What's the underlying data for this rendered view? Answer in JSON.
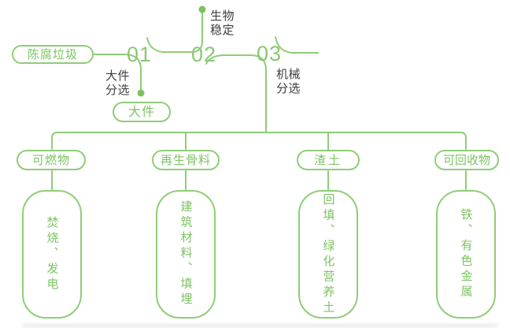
{
  "diagram": {
    "source_label": "陈腐垃圾",
    "steps": [
      {
        "number": "01",
        "label": "大件\n分选",
        "output": "大件"
      },
      {
        "number": "02",
        "label": "生物\n稳定"
      },
      {
        "number": "03",
        "label": "机械\n分选"
      }
    ],
    "branches": [
      {
        "category": "可燃物",
        "products": "焚烧、发电"
      },
      {
        "category": "再生骨料",
        "products": "建筑材料、填埋"
      },
      {
        "category": "渣土",
        "products": "回填、绿化营养土"
      },
      {
        "category": "可回收物",
        "products": "铁、有色金属"
      }
    ],
    "colors": {
      "line_green": "#8fcd78",
      "text_green": "#7cc463",
      "label_dark": "#3e3e3e"
    }
  }
}
